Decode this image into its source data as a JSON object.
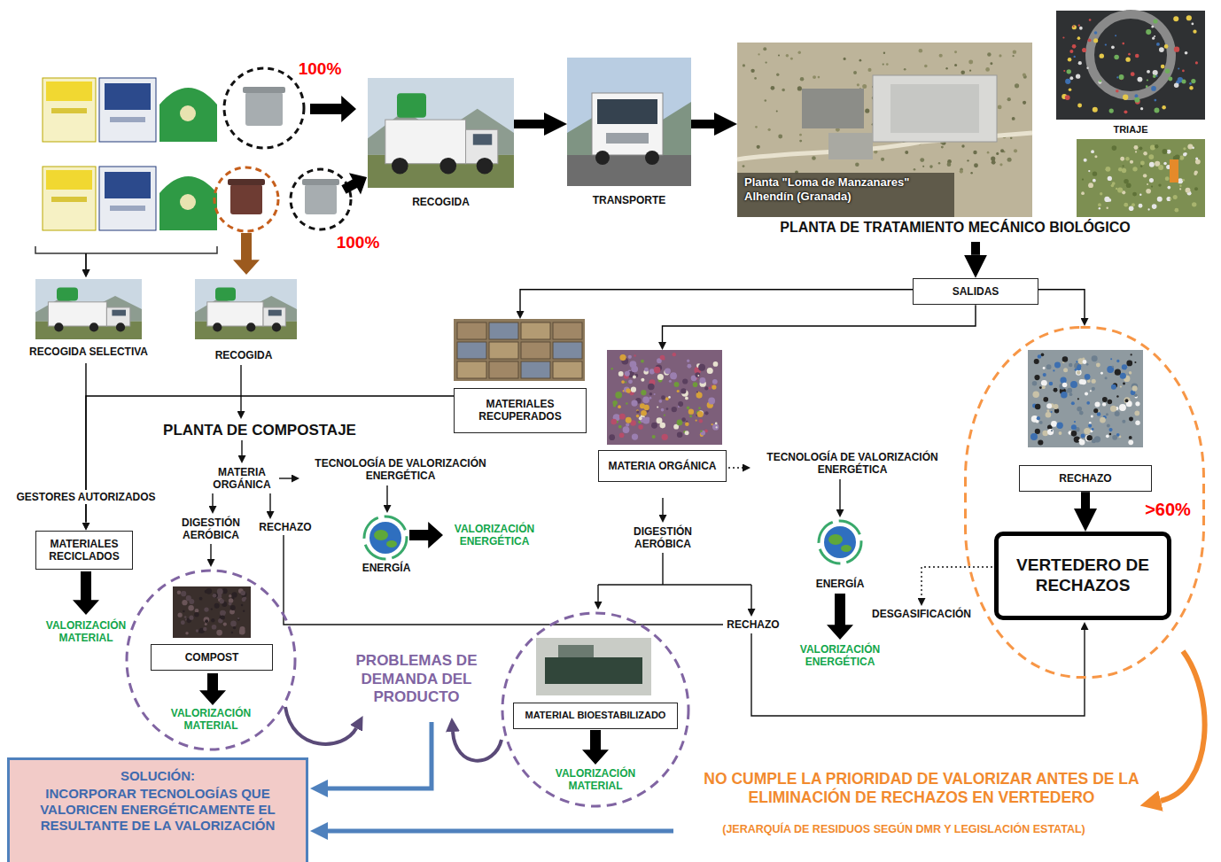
{
  "diagram": {
    "nodes": [
      {
        "text": [
          "RECOGIDA"
        ]
      },
      {
        "text": [
          "TRANSPORTE"
        ]
      },
      {
        "text": [
          "Planta \"Loma de Manzanares\" Alhendín (Granada)",
          "PLANTA DE TRATAMIENTO MECÁNICO BIOLÓGICO"
        ]
      },
      {
        "text": [
          "TRIAJE"
        ]
      },
      {
        "text": [
          "SALIDAS"
        ]
      },
      {
        "text": [
          "RECOGIDA SELECTIVA"
        ]
      },
      {
        "text": [
          "RECOGIDA"
        ]
      },
      {
        "text": [
          "MATERIALES RECUPERADOS"
        ]
      },
      {
        "text": [
          "MATERIA ORGÁNICA"
        ]
      },
      {
        "text": [
          ">60%"
        ]
      },
      {
        "text": [
          "RECHAZO"
        ],
        "in": 9
      },
      {
        "text": [
          "VERTEDERO DE RECHAZOS"
        ],
        "in": 9
      },
      {
        "text": [
          "MATERIALES RECICLADOS"
        ]
      },
      {
        "text": [
          "ENERGÍA"
        ]
      },
      {
        "text": [
          "VALORIZACIÓN MATERIAL"
        ]
      },
      {
        "text": [
          "COMPOST"
        ],
        "in": 14
      },
      {
        "text": [
          "ENERGÍA"
        ]
      },
      {
        "text": [
          "VALORIZACIÓN MATERIAL"
        ]
      },
      {
        "text": [
          "MATERIAL BIOESTABILIZADO"
        ],
        "in": 17
      },
      {
        "text": [
          "SOLUCIÓN:",
          "INCORPORAR TECNOLOGÍAS QUE VALORICEN ENERGÉTICAMENTE EL RESULTANTE DE LA VALORIZACIÓN"
        ]
      }
    ],
    "edges": [
      {
        "from": 0,
        "to": 1,
        "arrow": "to"
      },
      {
        "from": 1,
        "to": 2,
        "arrow": "to"
      },
      {
        "from": 2,
        "to": 4,
        "arrow": "to"
      },
      {
        "from": 4,
        "to": 7,
        "arrow": "to"
      },
      {
        "from": 4,
        "to": 8,
        "arrow": "to"
      },
      {
        "from": 4,
        "to": 9,
        "arrow": "to"
      },
      {
        "from": 10,
        "to": 11,
        "arrow": "to"
      },
      {
        "from": 5,
        "to": 12,
        "label": "GESTORES AUTORIZADOS",
        "arrow": "to"
      },
      {
        "from": 7,
        "to": 12,
        "arrow": "to"
      }
    ],
    "labels": [
      "100%",
      "100%",
      "PLANTA DE COMPOSTAJE",
      "VALORIZACIÓN MATERIAL",
      "MATERIA ORGÁNICA",
      "TECNOLOGÍA DE VALORIZACIÓN ENERGÉTICA",
      "DIGESTIÓN AERÓBICA",
      "RECHAZO",
      "VALORIZACIÓN ENERGÉTICA",
      "PROBLEMAS DE DEMANDA DEL PRODUCTO",
      "TECNOLOGÍA DE VALORIZACIÓN ENERGÉTICA",
      "DIGESTIÓN AERÓBICA",
      "VALORIZACIÓN ENERGÉTICA",
      "RECHAZO",
      "DESGASIFICACIÓN",
      "NO CUMPLE LA PRIORIDAD DE VALORIZAR ANTES DE LA ELIMINACIÓN DE RECHAZOS EN VERTEDERO",
      "(JERARQUÍA DE RESIDUOS SEGÚN DMR Y LEGISLACIÓN ESTATAL)"
    ]
  }
}
